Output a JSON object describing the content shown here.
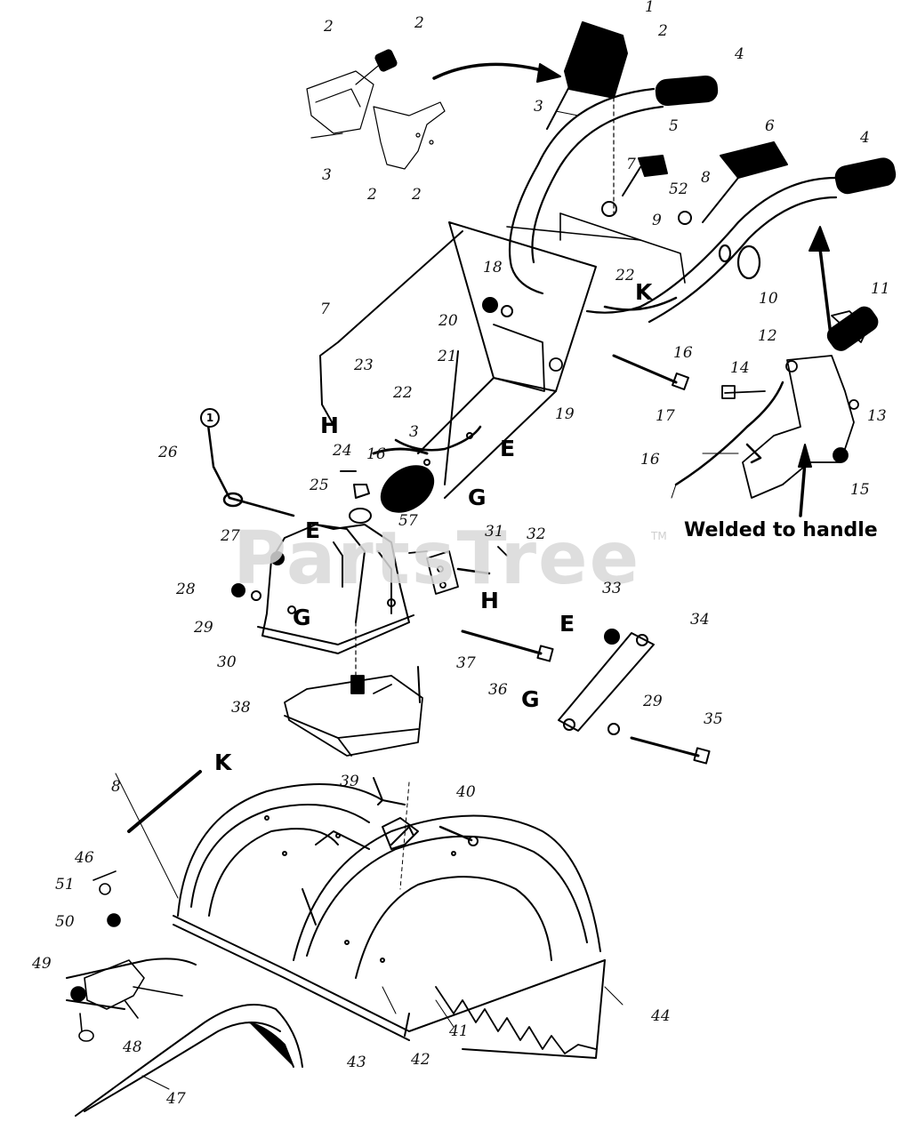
{
  "watermark": {
    "text": "PartsTree",
    "trademark": "TM"
  },
  "callout_note": "Welded to handle",
  "circled_ref": "1",
  "letters": [
    "E",
    "G",
    "H",
    "K"
  ],
  "part_numbers": {
    "p1": "1",
    "p2": "2",
    "p3": "3",
    "p4": "4",
    "p5": "5",
    "p6": "6",
    "p7": "7",
    "p8": "8",
    "p9": "9",
    "p10": "10",
    "p11": "11",
    "p12": "12",
    "p13": "13",
    "p14": "14",
    "p15": "15",
    "p16": "16",
    "p17": "17",
    "p18": "18",
    "p19": "19",
    "p20": "20",
    "p21": "21",
    "p22": "22",
    "p23": "23",
    "p24": "24",
    "p25": "25",
    "p26": "26",
    "p27": "27",
    "p28": "28",
    "p29": "29",
    "p30": "30",
    "p31": "31",
    "p32": "32",
    "p33": "33",
    "p34": "34",
    "p35": "35",
    "p36": "36",
    "p37": "37",
    "p38": "38",
    "p39": "39",
    "p40": "40",
    "p41": "41",
    "p42": "42",
    "p43": "43",
    "p44": "44",
    "p46": "46",
    "p47": "47",
    "p48": "48",
    "p49": "49",
    "p50": "50",
    "p51": "51",
    "p52": "52",
    "p57": "57"
  }
}
